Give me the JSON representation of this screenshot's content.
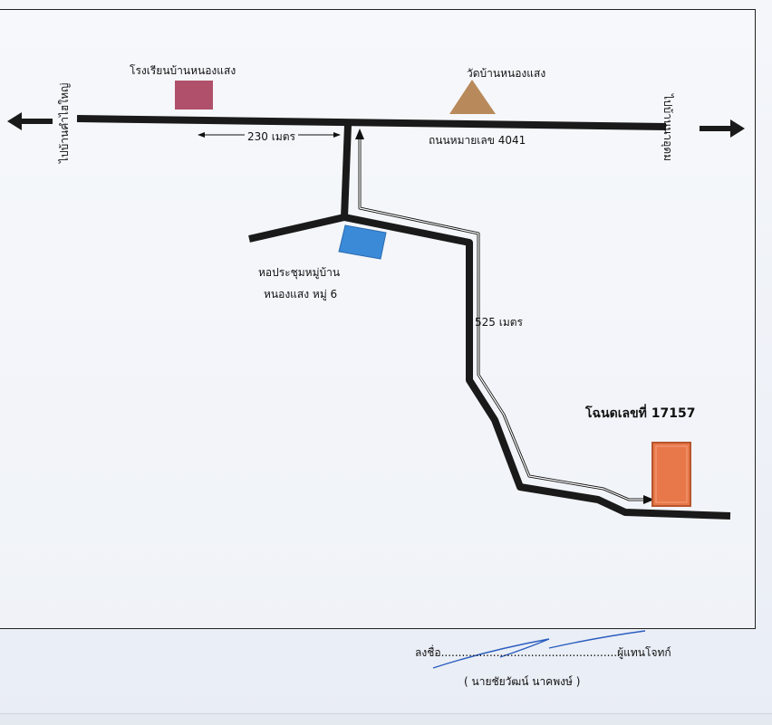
{
  "map": {
    "left_direction": "ไปบ้านคำไฮใหญ่",
    "right_direction": "ไปบ้านนาอุดม",
    "road_name": "ถนนหมายเลข 4041",
    "distance_main": "230 เมตร",
    "distance_branch": "525 เมตร",
    "landmarks": {
      "school": "โรงเรียนบ้านหนองแสง",
      "temple": "วัดบ้านหนองแสง",
      "hall_line1": "หอประชุมหมู่บ้าน",
      "hall_line2": "หนองแสง หมู่ 6",
      "deed": "โฉนดเลขที่ 17157"
    },
    "colors": {
      "road": "#1a1a1a",
      "school": "#b0506a",
      "temple": "#b8895a",
      "hall": "#3a8ad8",
      "deed": "#e8784a"
    }
  },
  "signature": {
    "prefix": "ลงชื่อ",
    "dots": "...................................................",
    "suffix": "ผู้แทนโจทก์",
    "name": "( นายชัยวัฒน์  นาคพงษ์ )"
  }
}
